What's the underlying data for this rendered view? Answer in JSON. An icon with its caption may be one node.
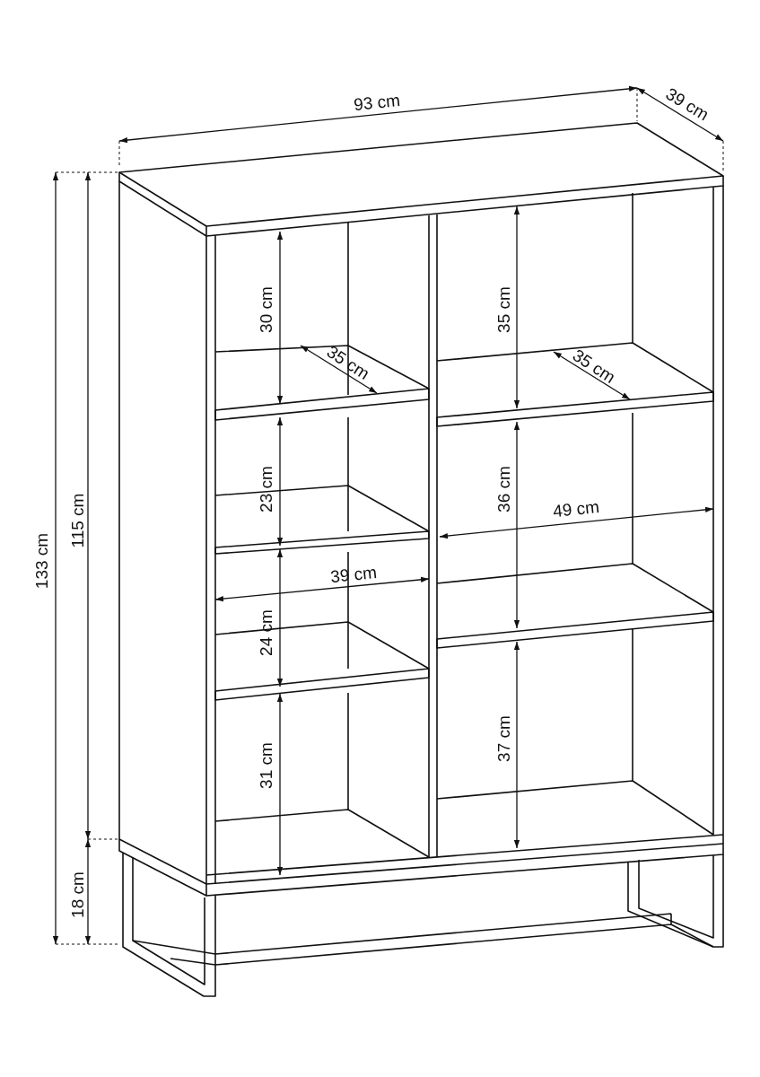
{
  "diagram": {
    "labels": [
      "93 cm",
      "39 cm",
      "30 cm",
      "35 cm",
      "35 cm",
      "35 cm",
      "23 cm",
      "36 cm",
      "49 cm",
      "39 cm",
      "24 cm",
      "133 cm",
      "115 cm",
      "31 cm",
      "37 cm",
      "18 cm"
    ]
  }
}
